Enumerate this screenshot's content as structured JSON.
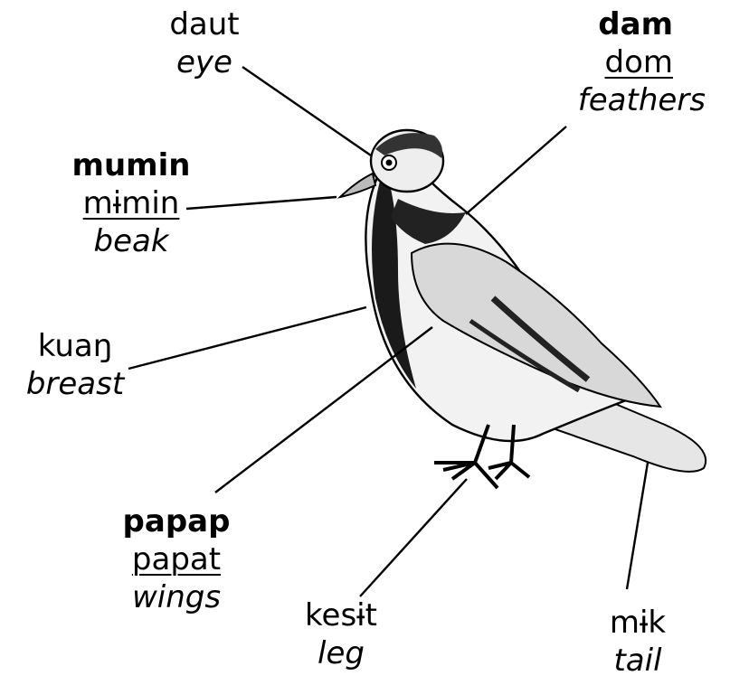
{
  "labels": {
    "eye": {
      "word": "daut",
      "gloss": "eye"
    },
    "feathers": {
      "word_bold": "dam",
      "word_underlined": "dom",
      "gloss": "feathers"
    },
    "beak": {
      "word_bold": "mumin",
      "word_underlined": "mɨmin",
      "gloss": "beak"
    },
    "breast": {
      "word": "kuaŋ",
      "gloss": "breast"
    },
    "wings": {
      "word_bold": "papap",
      "word_underlined": "papat",
      "gloss": "wings"
    },
    "leg": {
      "word": "kesɨt",
      "gloss": "leg"
    },
    "tail": {
      "word": "mɨk",
      "gloss": "tail"
    }
  }
}
